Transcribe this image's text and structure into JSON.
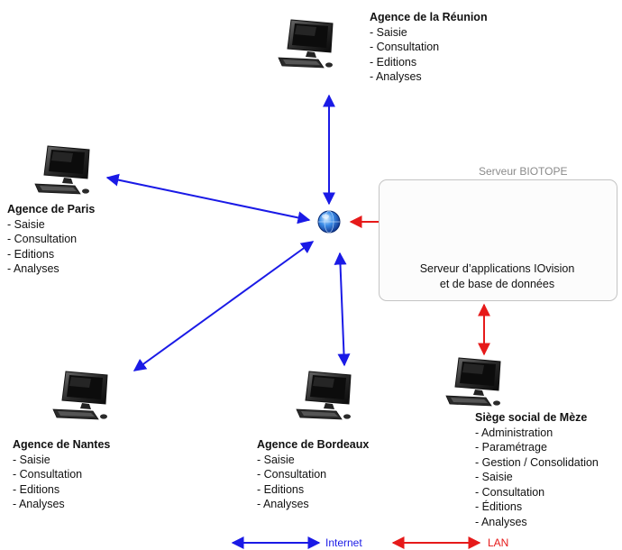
{
  "agencies": {
    "reunion": {
      "name": "Agence de la Réunion",
      "items": [
        "- Saisie",
        "- Consultation",
        "- Editions",
        "- Analyses"
      ]
    },
    "paris": {
      "name": "Agence de Paris",
      "items": [
        "- Saisie",
        "- Consultation",
        "- Editions",
        "- Analyses"
      ]
    },
    "nantes": {
      "name": "Agence de Nantes",
      "items": [
        "- Saisie",
        "- Consultation",
        "- Editions",
        "- Analyses"
      ]
    },
    "bordeaux": {
      "name": "Agence de Bordeaux",
      "items": [
        "- Saisie",
        "- Consultation",
        "- Editions",
        "- Analyses"
      ]
    },
    "meze": {
      "name": "Siège social de Mèze",
      "items": [
        "- Administration",
        "- Paramétrage",
        "- Gestion / Consolidation",
        "- Saisie",
        "- Consultation",
        "- Éditions",
        "- Analyses"
      ]
    }
  },
  "server": {
    "caption": "Serveur BIOTOPE",
    "line1": "Serveur d’applications IOvision",
    "line2": "et de base de données"
  },
  "legend": {
    "internet": "Internet",
    "lan": "LAN"
  },
  "colors": {
    "internet": "#1a1ae6",
    "lan": "#e61a1a"
  }
}
